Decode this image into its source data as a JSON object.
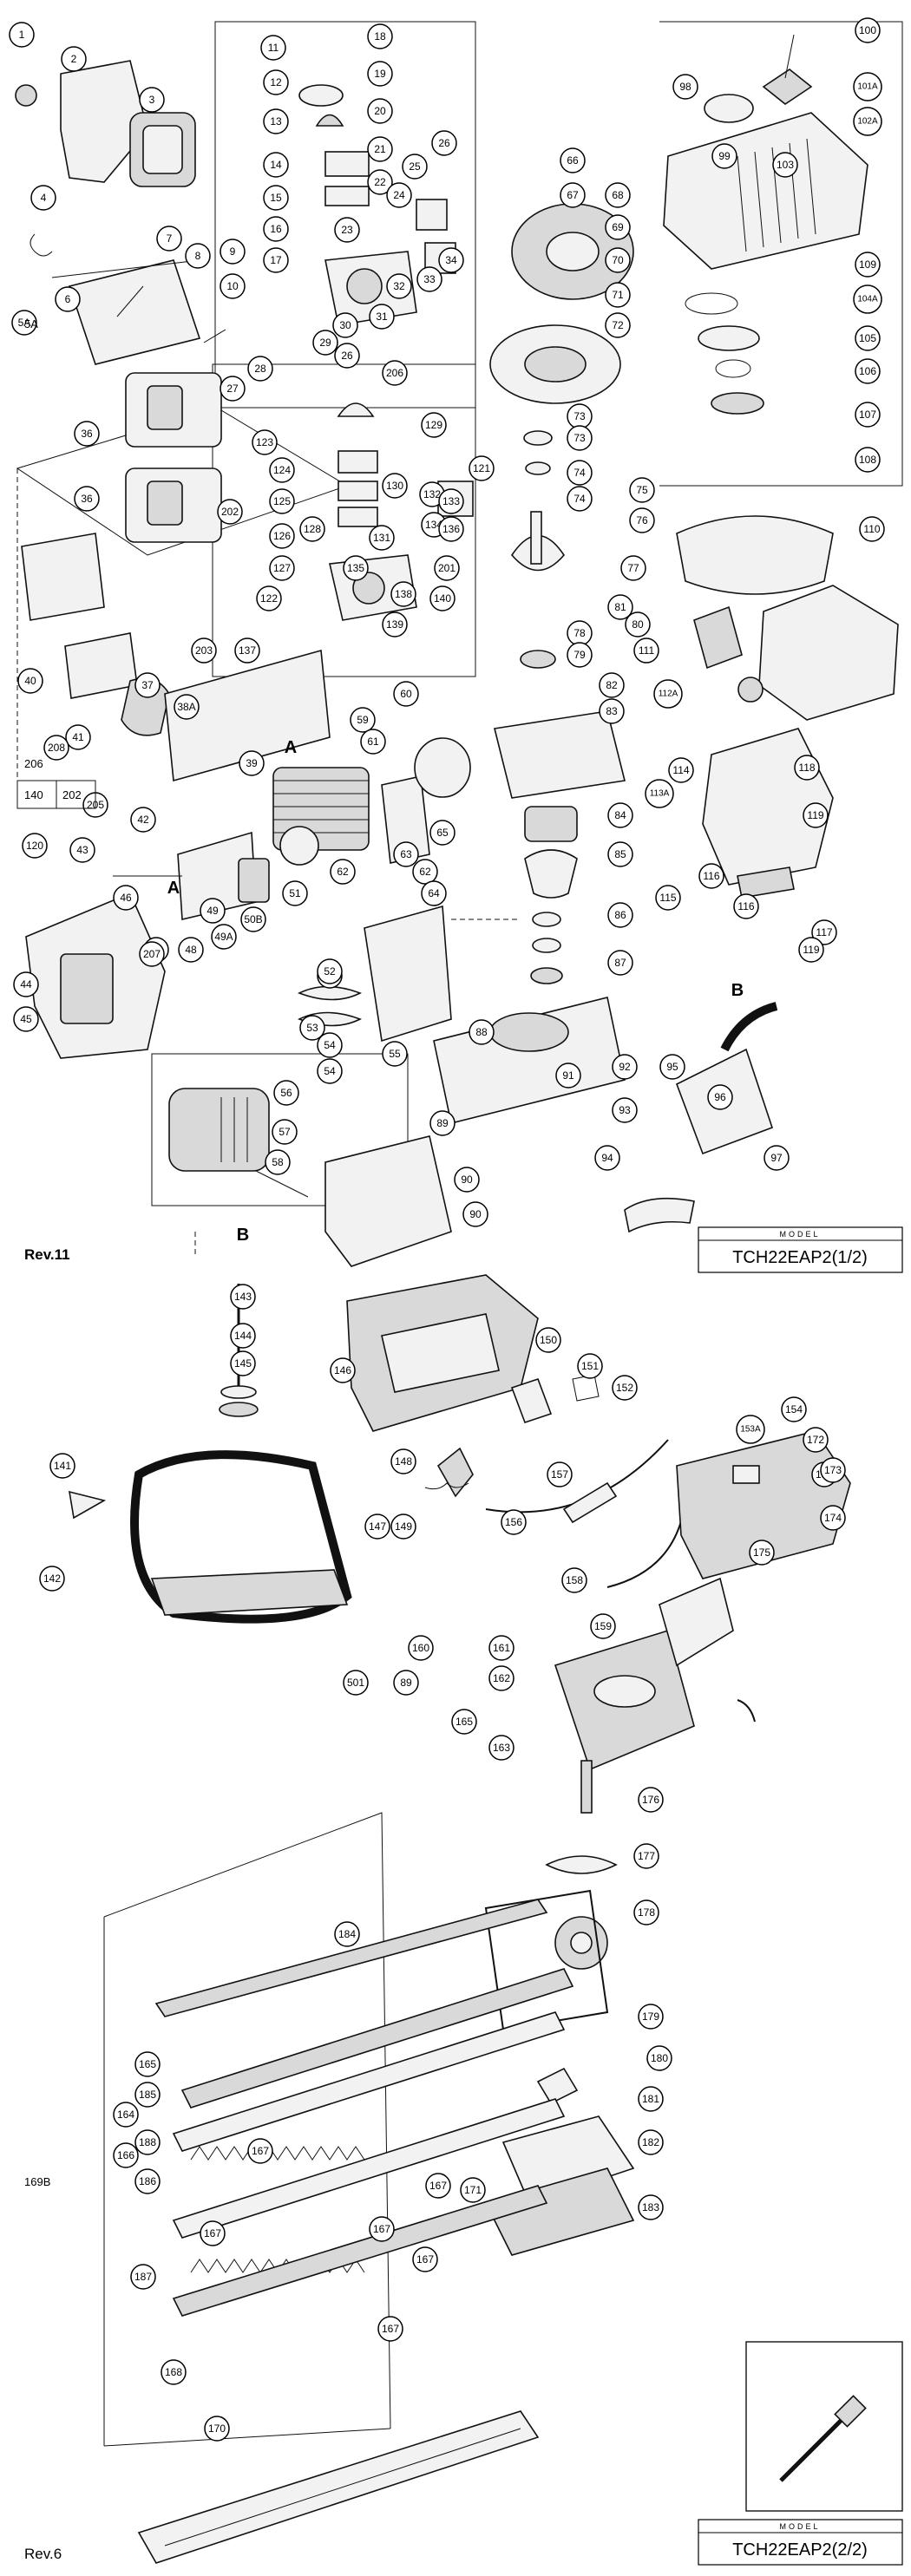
{
  "sheet1": {
    "revision": "Rev.11",
    "model_caption": "MODEL",
    "model_name": "TCH22EAP2(1/2)",
    "markers": [
      "A",
      "A",
      "B",
      "B"
    ]
  },
  "sheet2": {
    "revision": "Rev.6",
    "model_caption": "MODEL",
    "model_name": "TCH22EAP2(2/2)"
  },
  "group_labels": [
    "5A",
    "206",
    "140",
    "202",
    "169B"
  ],
  "sheet1_callouts": [
    "1",
    "2",
    "3",
    "4",
    "5A",
    "6",
    "7",
    "8",
    "9",
    "10",
    "11",
    "12",
    "13",
    "14",
    "15",
    "16",
    "17",
    "18",
    "19",
    "20",
    "21",
    "22",
    "23",
    "24",
    "25",
    "26",
    "26",
    "27",
    "28",
    "29",
    "30",
    "31",
    "32",
    "33",
    "34",
    "36",
    "36",
    "37",
    "38A",
    "39",
    "40",
    "41",
    "42",
    "43",
    "44",
    "45",
    "46",
    "47",
    "48",
    "49",
    "49A",
    "50B",
    "51",
    "52",
    "52",
    "53",
    "54",
    "54",
    "55",
    "56",
    "57",
    "58",
    "59",
    "60",
    "61",
    "62",
    "62",
    "63",
    "64",
    "65",
    "66",
    "67",
    "68",
    "69",
    "70",
    "71",
    "72",
    "73",
    "73",
    "74",
    "74",
    "75",
    "76",
    "77",
    "78",
    "79",
    "80",
    "81",
    "82",
    "83",
    "84",
    "85",
    "86",
    "87",
    "88",
    "89",
    "90",
    "90",
    "91",
    "92",
    "93",
    "94",
    "95",
    "96",
    "97",
    "98",
    "99",
    "100",
    "101A",
    "102A",
    "103",
    "104A",
    "105",
    "106",
    "107",
    "108",
    "109",
    "110",
    "111",
    "112A",
    "113A",
    "114",
    "115",
    "116",
    "116",
    "117",
    "118",
    "119",
    "119",
    "120",
    "121",
    "122",
    "123",
    "124",
    "125",
    "126",
    "127",
    "128",
    "129",
    "130",
    "131",
    "132",
    "133",
    "134",
    "135",
    "136",
    "137",
    "138",
    "139",
    "140",
    "201",
    "202",
    "203",
    "205",
    "206",
    "207",
    "208"
  ],
  "sheet2_callouts": [
    "89",
    "141",
    "142",
    "143",
    "144",
    "145",
    "146",
    "147",
    "148",
    "149",
    "150",
    "151",
    "152",
    "153A",
    "154",
    "155",
    "156",
    "157",
    "158",
    "159",
    "160",
    "161",
    "162",
    "163",
    "164",
    "165",
    "165",
    "166",
    "167",
    "167",
    "167",
    "167",
    "167",
    "167",
    "168",
    "170",
    "171",
    "172",
    "173",
    "174",
    "175",
    "176",
    "177",
    "178",
    "179",
    "180",
    "181",
    "182",
    "183",
    "184",
    "185",
    "186",
    "187",
    "188",
    "501"
  ]
}
